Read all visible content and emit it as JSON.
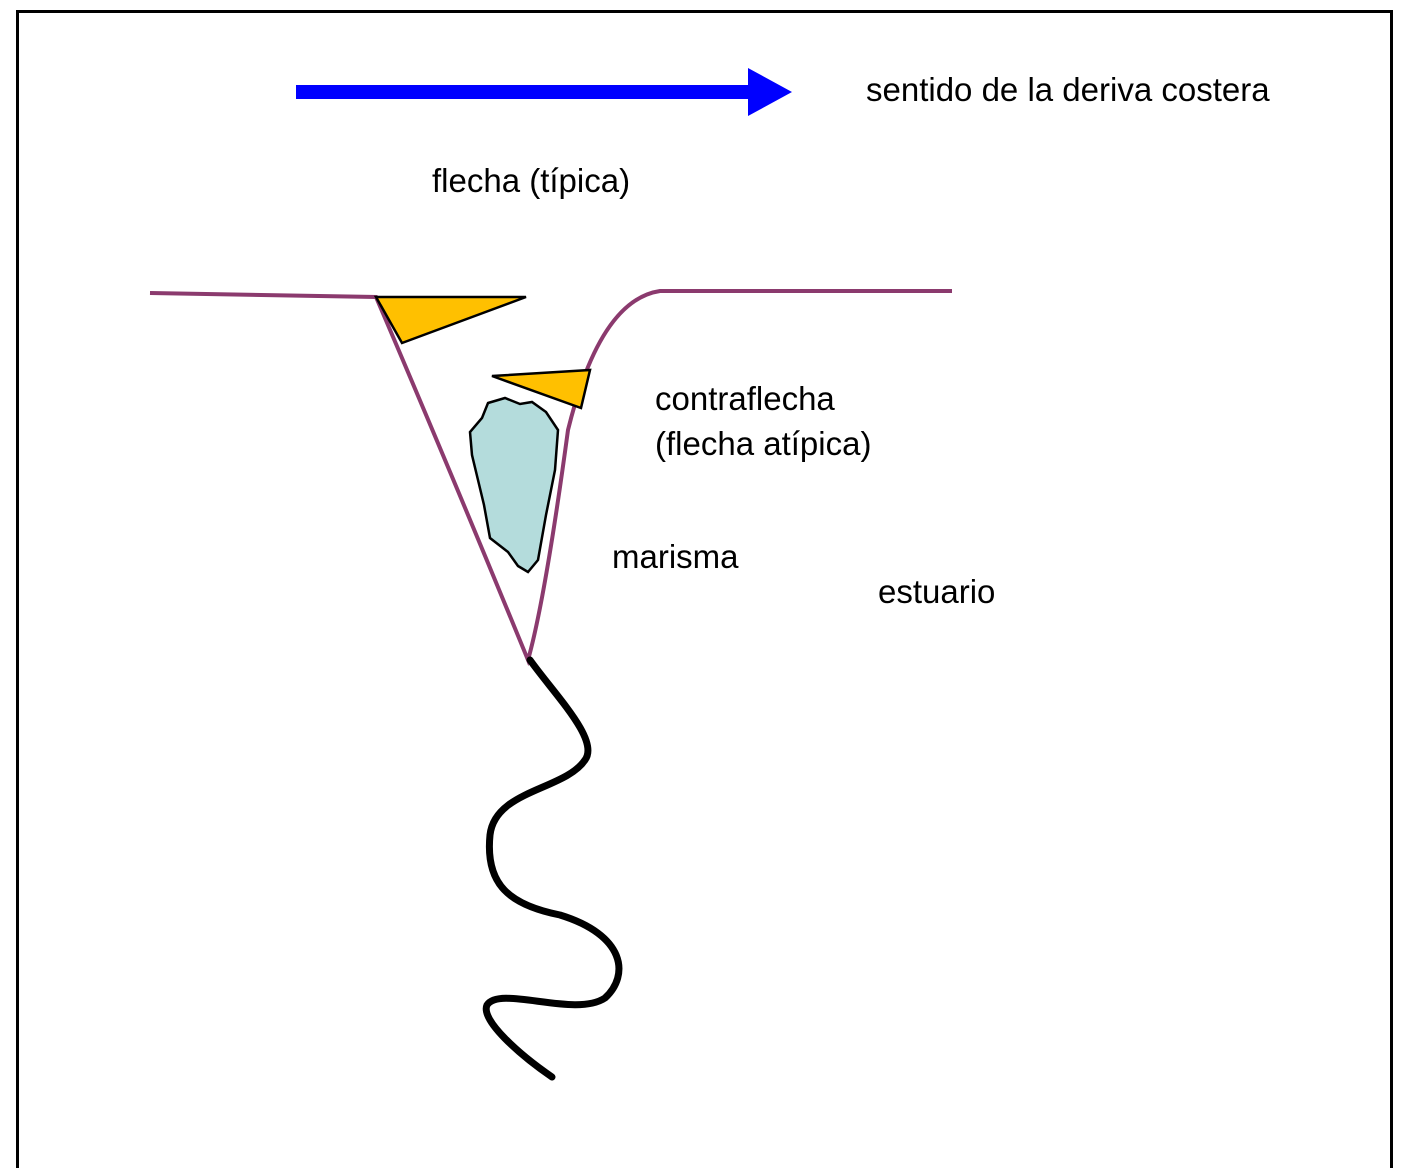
{
  "labels": {
    "drift": "sentido de la deriva costera",
    "spit": "flecha (típica)",
    "counterspit_line1": "contraflecha",
    "counterspit_line2": "(flecha atípica)",
    "marsh": "marisma",
    "estuary": "estuario"
  },
  "colors": {
    "arrow": "#0000ff",
    "coastline": "#8b3a6e",
    "spit_fill": "#ffc000",
    "marsh_fill": "#b4dcdc",
    "river": "#000000"
  }
}
